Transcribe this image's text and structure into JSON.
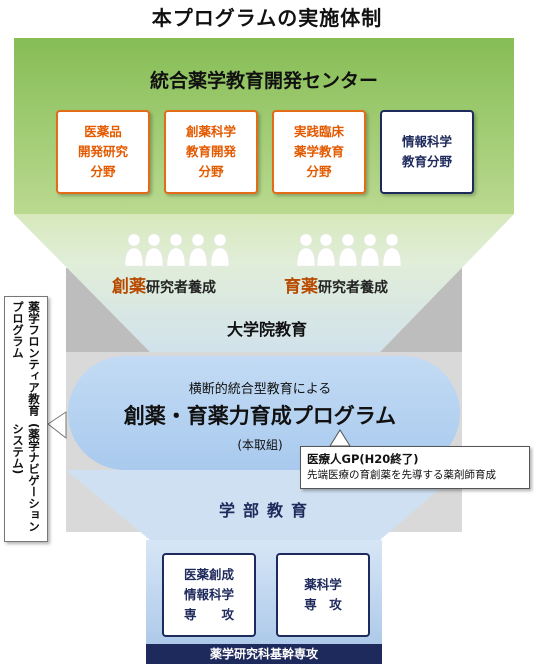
{
  "title": "本プログラムの実施体制",
  "center": {
    "title": "統合薬学教育開発センター",
    "fields": [
      {
        "lines": [
          "医薬品",
          "開発研究",
          "分野"
        ],
        "color": "#e36c19"
      },
      {
        "lines": [
          "創薬科学",
          "教育開発",
          "分野"
        ],
        "color": "#e36c19"
      },
      {
        "lines": [
          "実践臨床",
          "薬学教育",
          "分野"
        ],
        "color": "#e36c19"
      },
      {
        "lines": [
          "情報科学",
          "教育分野"
        ],
        "color": "#1f2a5c"
      }
    ]
  },
  "training": {
    "left": {
      "keyword": "創薬",
      "suffix": "研究者養成"
    },
    "right": {
      "keyword": "育薬",
      "suffix": "研究者養成"
    }
  },
  "graduate": "大学院教育",
  "program": {
    "subtitle": "横断的統合型教育による",
    "title": "創薬・育薬力育成プログラム",
    "note": "(本取組)"
  },
  "gp": {
    "line1": "医療人GP(H20終了)",
    "line2": "先端医療の育創薬を先導する薬剤師育成"
  },
  "side": {
    "line1": "薬学フロンティア教育プログラム",
    "line2": "(薬学ナビゲーションシステム)"
  },
  "undergrad": "学部教育",
  "majors": [
    {
      "lines": [
        "医薬創成",
        "情報科学",
        "専　　攻"
      ]
    },
    {
      "lines": [
        "薬科学",
        "専　攻"
      ]
    }
  ],
  "footer": "薬学研究科基幹専攻",
  "colors": {
    "orange": "#e36c19",
    "navy": "#1f2a5c",
    "green_top": "#8fc25f",
    "blue_ellipse": "#b7d3f0"
  },
  "icons": [
    "person-icon"
  ]
}
